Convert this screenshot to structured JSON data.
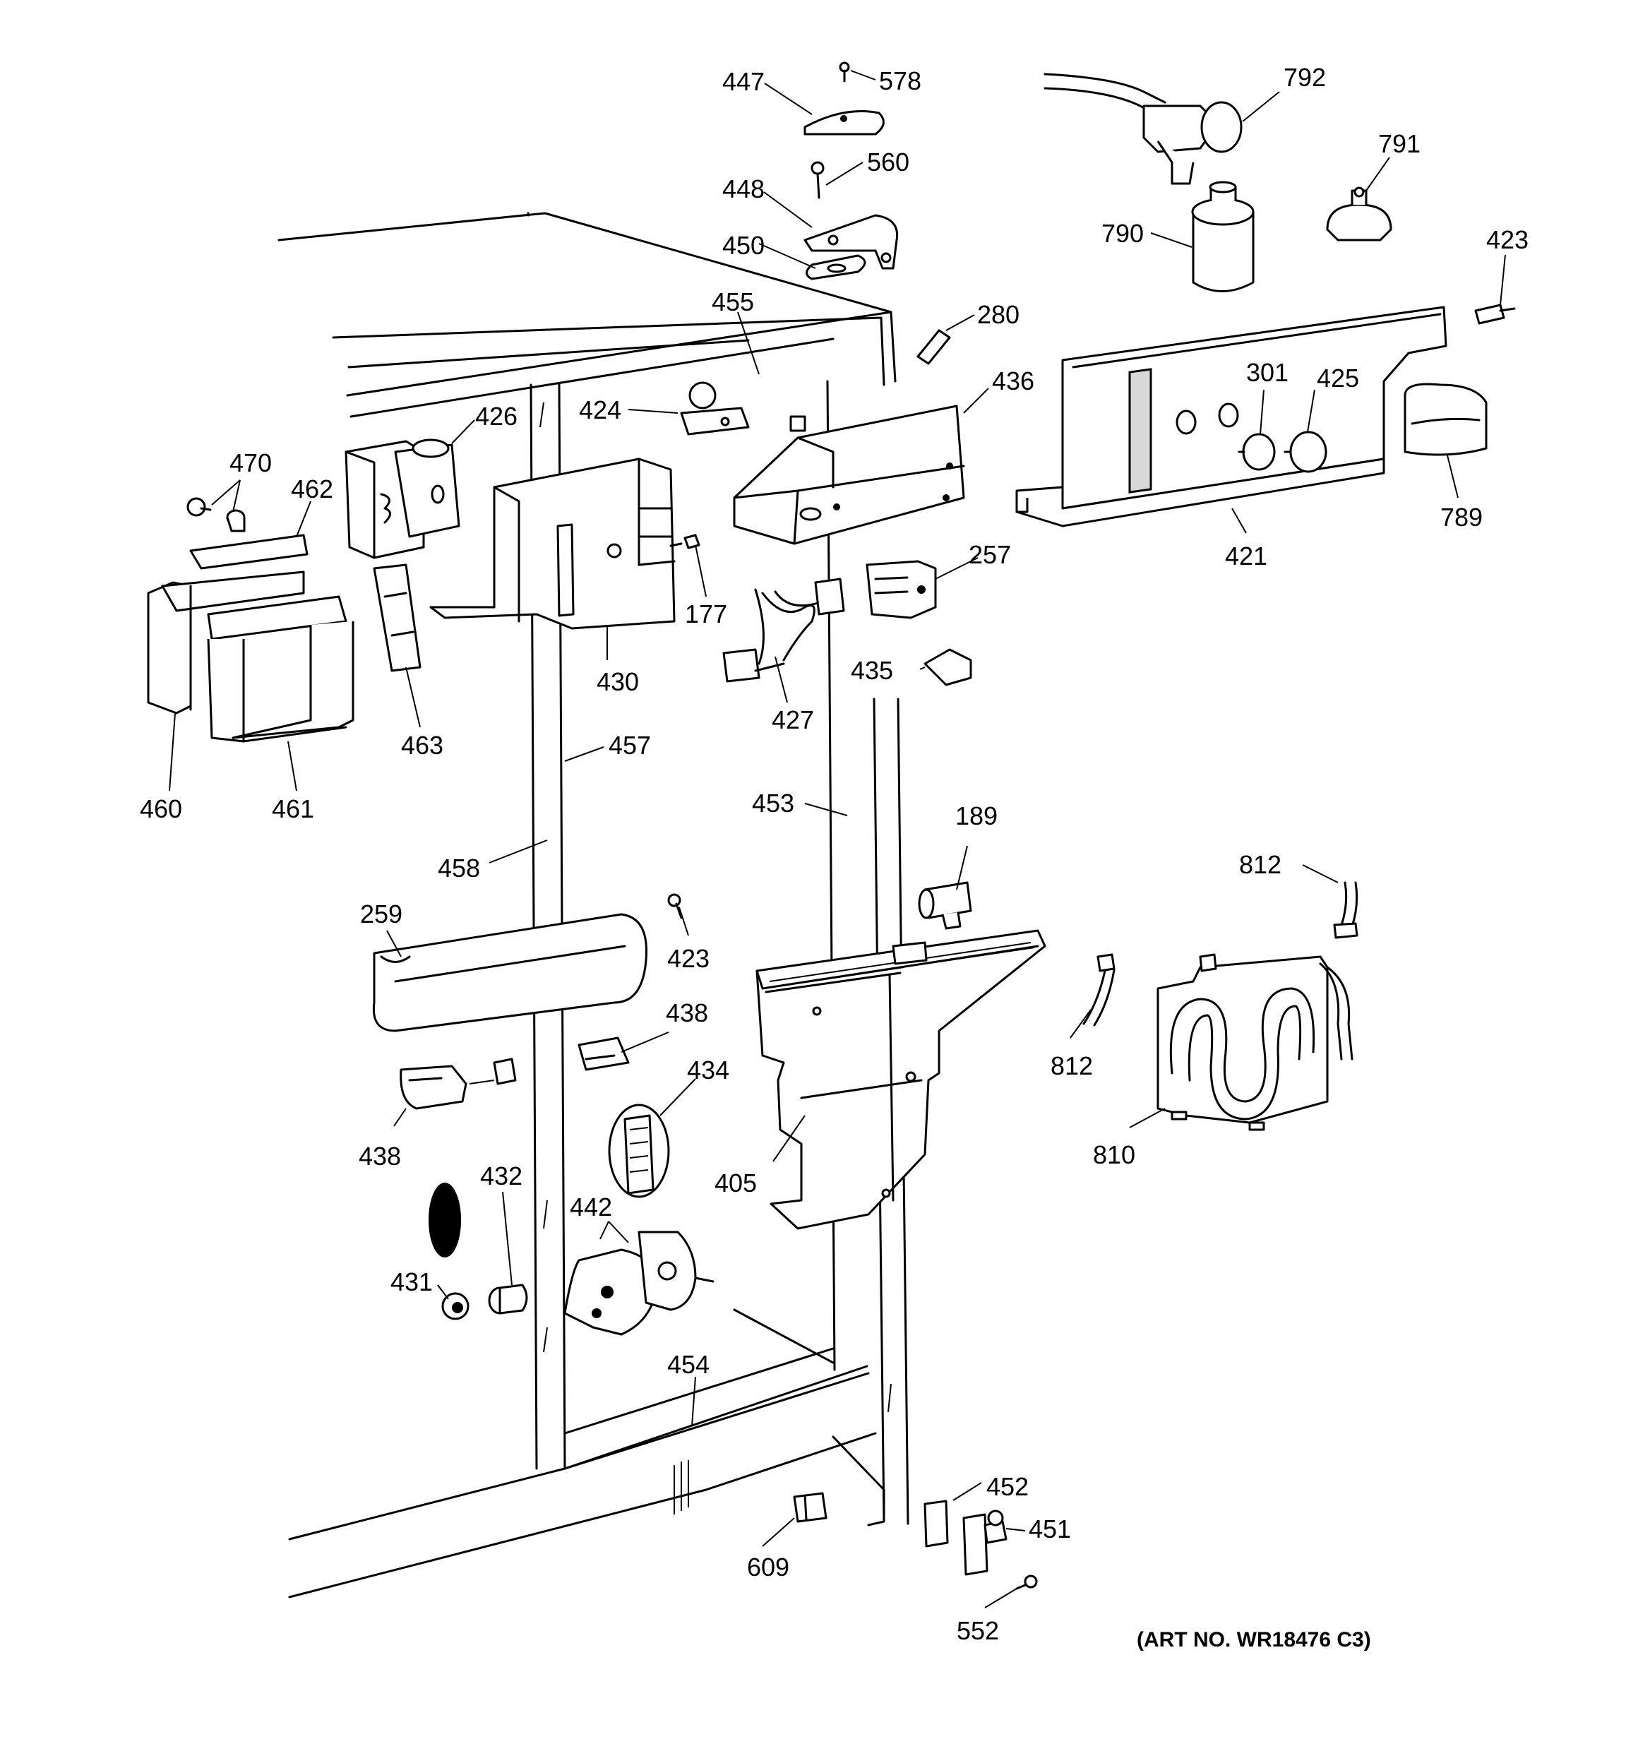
{
  "diagram": {
    "callouts": {
      "p447": "447",
      "p578": "578",
      "p560": "560",
      "p448": "448",
      "p450": "450",
      "p455": "455",
      "p280": "280",
      "p792": "792",
      "p791": "791",
      "p790": "790",
      "p423a": "423",
      "p436": "436",
      "p424": "424",
      "p426": "426",
      "p470": "470",
      "p462": "462",
      "p301": "301",
      "p425": "425",
      "p421": "421",
      "p789": "789",
      "p177": "177",
      "p257": "257",
      "p430": "430",
      "p435": "435",
      "p427": "427",
      "p463": "463",
      "p457": "457",
      "p460": "460",
      "p461": "461",
      "p453": "453",
      "p189": "189",
      "p458": "458",
      "p812a": "812",
      "p259": "259",
      "p423b": "423",
      "p438a": "438",
      "p434": "434",
      "p812b": "812",
      "p438b": "438",
      "p405": "405",
      "p810": "810",
      "p432": "432",
      "p442": "442",
      "p431": "431",
      "p454": "454",
      "p452": "452",
      "p451": "451",
      "p609": "609",
      "p552": "552"
    },
    "art_number": "(ART NO. WR18476 C3)"
  }
}
